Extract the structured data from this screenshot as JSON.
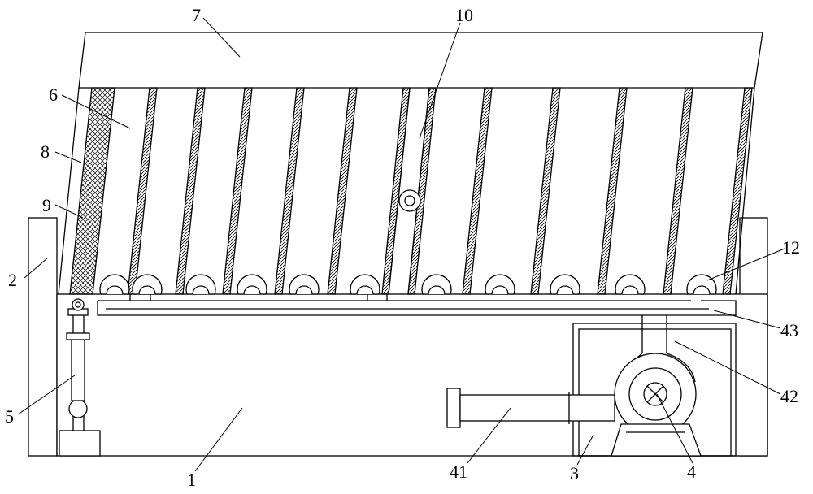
{
  "figure": {
    "labels": {
      "base_box": "1",
      "left_post": "2",
      "pump_bracket": "3",
      "pump": "4",
      "left_valve": "5",
      "wall_panel": "6",
      "top_beam": "7",
      "mesh_column": "8",
      "filter_layer": "9",
      "center_pipe": "10",
      "nozzle_ring": "12",
      "inlet_pipe": "41",
      "outlet_pipe": "42",
      "manifold": "43"
    },
    "colors": {
      "stroke": "#000000",
      "fill": "#ffffff"
    }
  }
}
